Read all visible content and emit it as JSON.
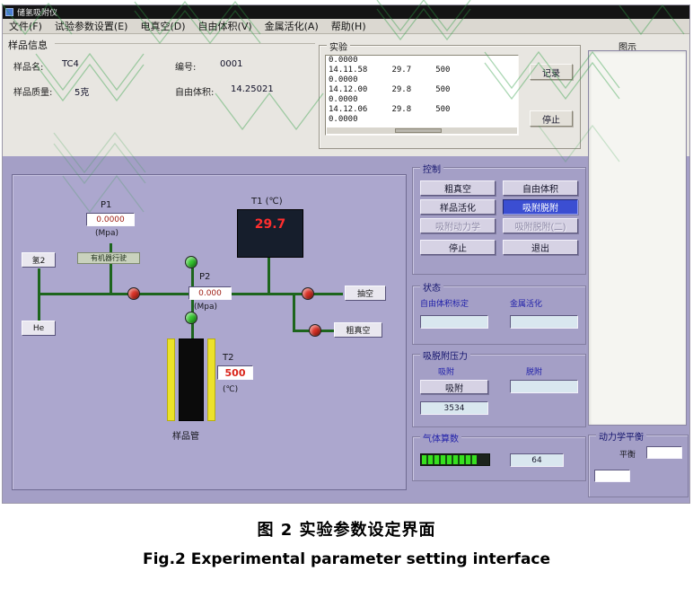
{
  "colors": {
    "main_background": "#a49fc6",
    "active_button_blue": "#3b4ed2",
    "valve_red": "#d93025",
    "valve_green": "#33c52e",
    "led_green": "#37e01f",
    "temp_red": "#ff2e2e"
  },
  "window": {
    "title": "储氢吸附仪",
    "menu": [
      "文件(F)",
      "试验参数设置(E)",
      "电真空(D)",
      "自由体积(V)",
      "金属活化(A)",
      "帮助(H)"
    ]
  },
  "sample_info": {
    "section_title": "样品信息",
    "name_label": "样品名:",
    "name_value": "TC4",
    "id_label": "编号:",
    "id_value": "0001",
    "mass_label": "样品质量:",
    "mass_value": "5克",
    "volume_label": "自由体积:",
    "volume_value": "14.25021"
  },
  "experiment": {
    "section_title": "实验",
    "log_lines": [
      "0.0000",
      "14.11.58     29.7     500",
      "0.0000",
      "14.12.00     29.8     500",
      "0.0000",
      "14.12.06     29.8     500",
      "0.0000"
    ],
    "record_button": "记录",
    "stop_button": "停止"
  },
  "display": {
    "section_title": "图示"
  },
  "schematic": {
    "p1": {
      "label": "P1",
      "value": "0.0000",
      "unit": "(Mpa)"
    },
    "p2": {
      "label": "P2",
      "value": "0.000",
      "unit": "(Mpa)"
    },
    "t1": {
      "label": "T1 (℃)",
      "value": "29.7"
    },
    "t2": {
      "label": "T2",
      "value": "500",
      "unit": "(℃)"
    },
    "gas_h2": "氢2",
    "gas_he": "He",
    "vent_label": "抽空",
    "rough_vacuum_label": "粗真空",
    "sample_tube_label": "样品管",
    "pipe_tag": "有机器行驶"
  },
  "control": {
    "section_title": "控制",
    "buttons": [
      {
        "label": "粗真空"
      },
      {
        "label": "自由体积"
      },
      {
        "label": "样品活化"
      },
      {
        "label": "吸附脱附"
      },
      {
        "label": "吸附动力学"
      },
      {
        "label": "吸附脱附(二)"
      },
      {
        "label": "停止"
      },
      {
        "label": "退出"
      }
    ]
  },
  "status": {
    "section_title": "状态",
    "free_volume_label": "自由体积标定",
    "metal_activation_label": "金属活化"
  },
  "pressure": {
    "section_title": "吸脱附压力",
    "adsorb_label": "吸附",
    "desorb_label": "脱附",
    "adsorb_button": "吸附",
    "adsorb_value": "3534"
  },
  "gas_panel": {
    "section_title": "气体算数",
    "value": "64"
  },
  "kinetics": {
    "section_title": "动力学平衡",
    "balance_label": "平衡"
  },
  "caption": {
    "zh": "图 2  实验参数设定界面",
    "en": "Fig.2 Experimental parameter setting interface"
  }
}
